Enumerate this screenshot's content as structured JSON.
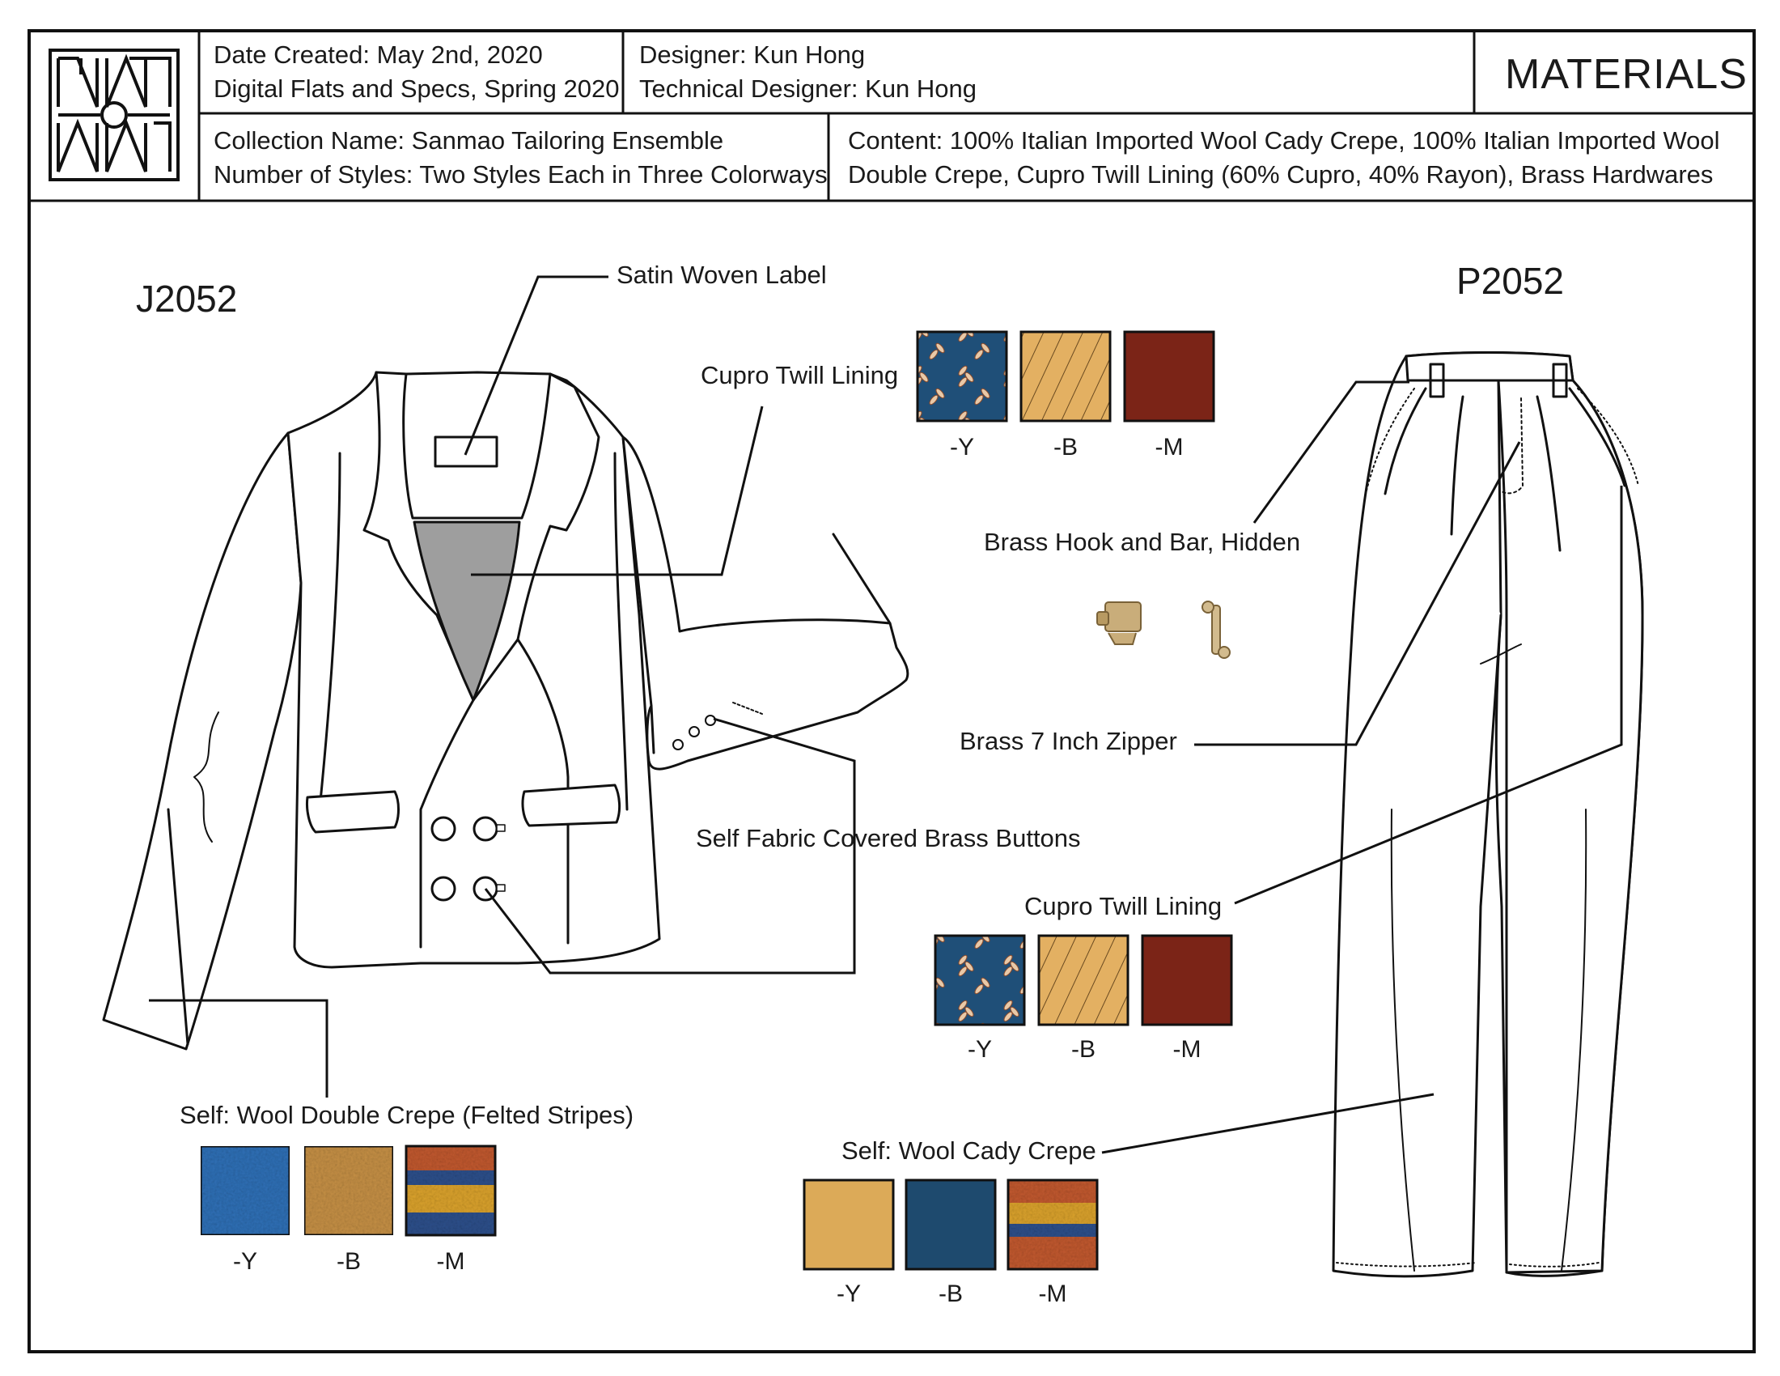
{
  "header": {
    "date_created": "Date Created: May 2nd, 2020",
    "flats_specs": "Digital Flats and Specs, Spring 2020",
    "designer": "Designer: Kun Hong",
    "technical_designer": "Technical Designer: Kun Hong",
    "section_title": "MATERIALS",
    "collection_name": "Collection Name: Sanmao Tailoring Ensemble",
    "number_of_styles": "Number of Styles: Two Styles Each in Three Colorways",
    "content_line1": "Content: 100% Italian Imported Wool Cady Crepe, 100% Italian Imported Wool",
    "content_line2": "Double Crepe, Cupro Twill Lining (60% Cupro, 40% Rayon), Brass Hardwares"
  },
  "jacket": {
    "code": "J2052",
    "callouts": {
      "satin_label": "Satin Woven Label",
      "lining": "Cupro Twill Lining",
      "buttons": "Self Fabric Covered Brass Buttons",
      "self": "Self: Wool Double Crepe (Felted Stripes)"
    },
    "lining_swatches": [
      {
        "label": "-Y",
        "pattern": "leaf print on teal",
        "colors": [
          "#1f4f78",
          "#e8c9a8"
        ]
      },
      {
        "label": "-B",
        "pattern": "diagonal stripe",
        "colors": [
          "#e3b062",
          "#6a4a20"
        ]
      },
      {
        "label": "-M",
        "pattern": "solid",
        "colors": [
          "#7b2417"
        ]
      }
    ],
    "self_swatches": [
      {
        "label": "-Y",
        "pattern": "felted texture",
        "colors": [
          "#2f6fb5",
          "#5b94d1"
        ]
      },
      {
        "label": "-B",
        "pattern": "felted texture",
        "colors": [
          "#b9843b",
          "#d7a658"
        ]
      },
      {
        "label": "-M",
        "pattern": "felted stripes",
        "colors": [
          "#d9a12c",
          "#2d4f8a",
          "#b8542a"
        ]
      }
    ]
  },
  "hardware": {
    "hook_and_bar": "Brass Hook and Bar, Hidden",
    "zipper": "Brass 7 Inch Zipper"
  },
  "pants": {
    "code": "P2052",
    "callouts": {
      "lining": "Cupro Twill Lining",
      "self": "Self: Wool Cady Crepe"
    },
    "lining_swatches": [
      {
        "label": "-Y",
        "pattern": "leaf print on teal",
        "colors": [
          "#1f4f78",
          "#e8c9a8"
        ]
      },
      {
        "label": "-B",
        "pattern": "diagonal stripe",
        "colors": [
          "#e3b062",
          "#6a4a20"
        ]
      },
      {
        "label": "-M",
        "pattern": "solid",
        "colors": [
          "#7b2417"
        ]
      }
    ],
    "self_swatches": [
      {
        "label": "-Y",
        "pattern": "solid",
        "colors": [
          "#dcaa58"
        ]
      },
      {
        "label": "-B",
        "pattern": "solid",
        "colors": [
          "#1e4a6e"
        ]
      },
      {
        "label": "-M",
        "pattern": "felted stripes",
        "colors": [
          "#d48a3a",
          "#2d4f8a",
          "#c0582f"
        ]
      }
    ]
  }
}
